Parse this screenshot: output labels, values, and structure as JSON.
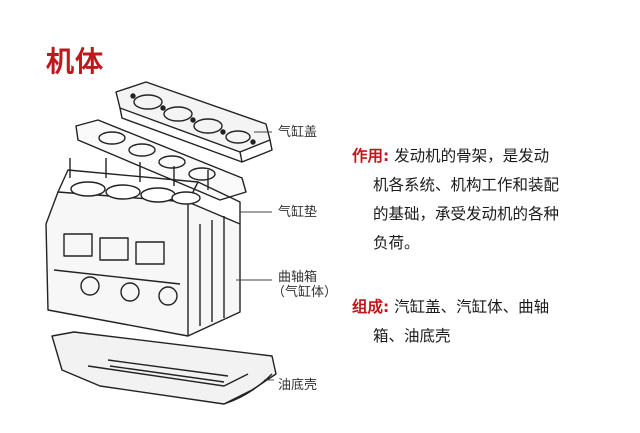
{
  "slide": {
    "title": "机体"
  },
  "diagram": {
    "labels": {
      "cylinder_head": "气缸盖",
      "head_gasket": "气缸垫",
      "crankcase_line1": "曲轴箱",
      "crankcase_line2": "（气缸体）",
      "oil_pan": "油底壳"
    }
  },
  "function_text": {
    "key": "作用:",
    "lines": [
      " 发动机的骨架，是发动",
      "机各系统、机构工作和装配",
      "的基础，承受发动机的各种",
      "负荷。"
    ]
  },
  "composition_text": {
    "key": "组成:",
    "lines": [
      " 汽缸盖、汽缸体、曲轴",
      "箱、油底壳"
    ]
  },
  "colors": {
    "accent": "#c0161c",
    "text": "#1a1a1a",
    "line_art": "#222222"
  }
}
